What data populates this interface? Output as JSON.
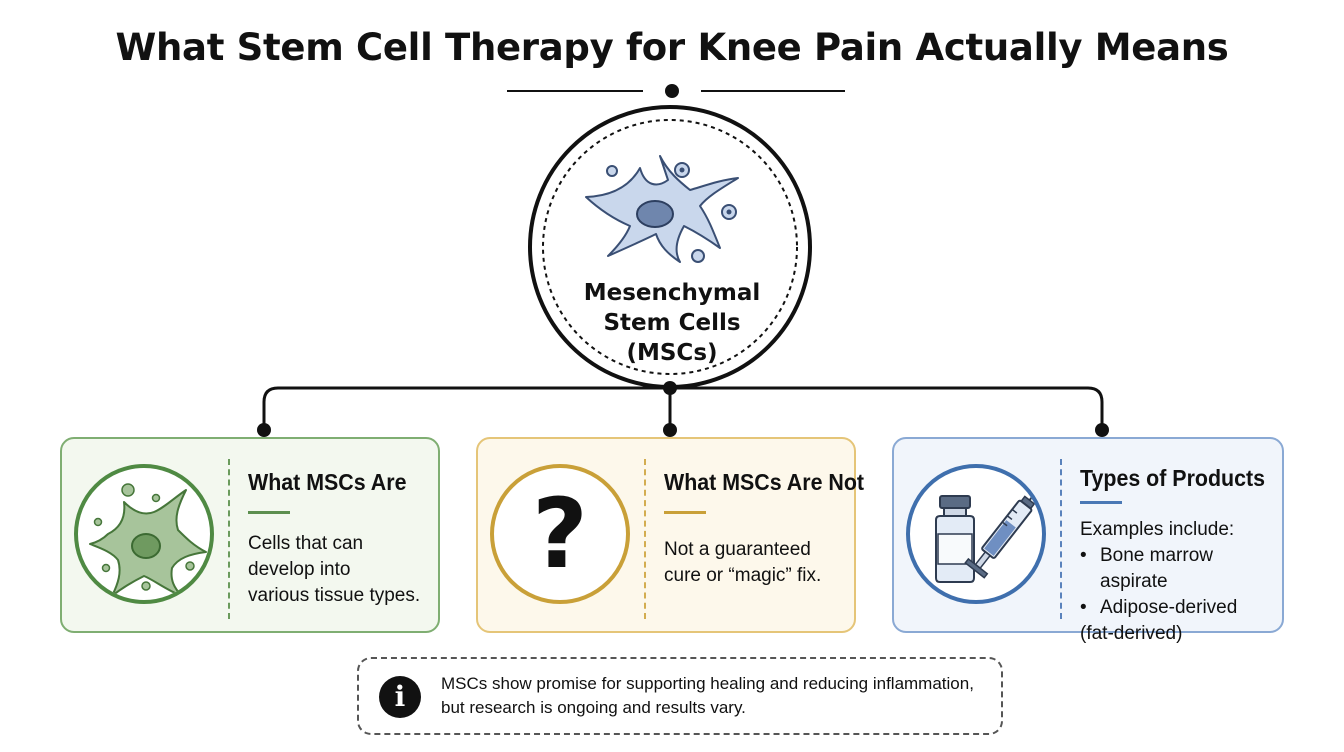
{
  "title": "What Stem Cell Therapy for Knee Pain Actually Means",
  "center": {
    "label_lines": [
      "Mesenchymal",
      "Stem Cells",
      "(MSCs)"
    ],
    "icon": "stem-cell-icon"
  },
  "cards": [
    {
      "title": "What MSCs Are",
      "body_lines": [
        "Cells that can",
        "develop into",
        "various tissue types."
      ],
      "icon": "green-cell-icon",
      "accent": "#5c8f4f"
    },
    {
      "title": "What MSCs Are Not",
      "body_lines": [
        "Not a guaranteed",
        "cure or “magic” fix."
      ],
      "icon": "question-mark-icon",
      "icon_glyph": "?",
      "accent": "#c9a038"
    },
    {
      "title": "Types of Products",
      "intro": "Examples include:",
      "bullets": [
        "Bone marrow aspirate",
        "Adipose-derived"
      ],
      "bullet_continuation": "(fat-derived)",
      "icon": "vial-syringe-icon",
      "accent": "#4a78b5"
    }
  ],
  "note": {
    "icon": "info-icon",
    "icon_glyph": "i",
    "lines": [
      "MSCs show promise for supporting healing and reducing inflammation,",
      "but research is ongoing and results vary."
    ]
  }
}
